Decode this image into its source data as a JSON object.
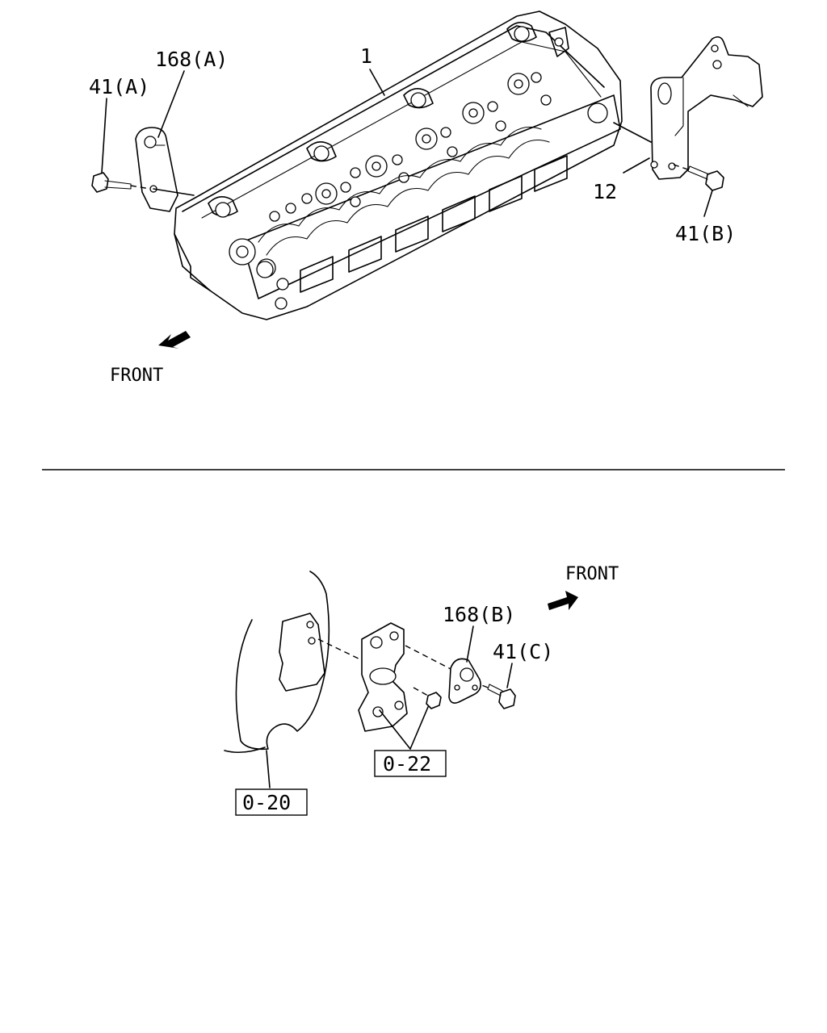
{
  "labels": {
    "part_1": "1",
    "part_168a": "168(A)",
    "part_41a": "41(A)",
    "part_12": "12",
    "part_41b": "41(B)",
    "front_top": "FRONT",
    "front_bottom": "FRONT",
    "part_168b": "168(B)",
    "part_41c": "41(C)",
    "ref_022": "0-22",
    "ref_020": "0-20"
  }
}
